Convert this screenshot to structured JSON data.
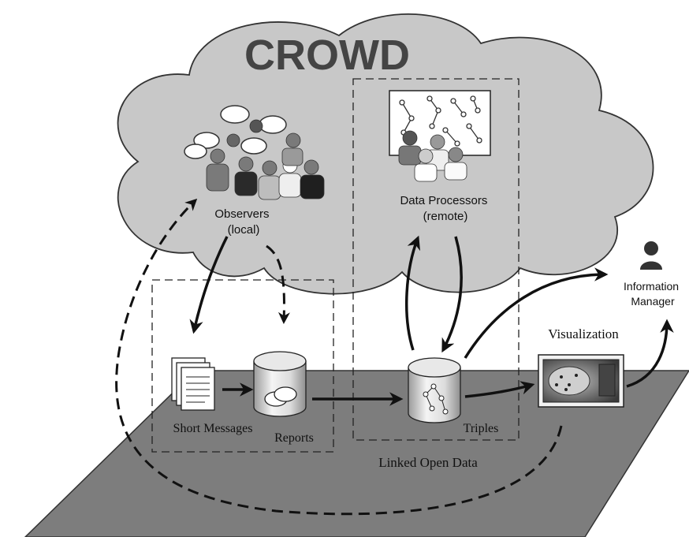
{
  "title": "CROWD",
  "observers": {
    "line1": "Observers",
    "line2": "(local)"
  },
  "processors": {
    "line1": "Data Processors",
    "line2": "(remote)"
  },
  "info_manager": {
    "line1": "Information",
    "line2": "Manager"
  },
  "visualization_label": "Visualization",
  "short_messages_label": "Short Messages",
  "reports_label": "Reports",
  "triples_label": "Triples",
  "lod_label": "Linked Open Data",
  "colors": {
    "cloud": "#c8c8c8",
    "plane": "#7d7d7d",
    "ink": "#111111"
  }
}
